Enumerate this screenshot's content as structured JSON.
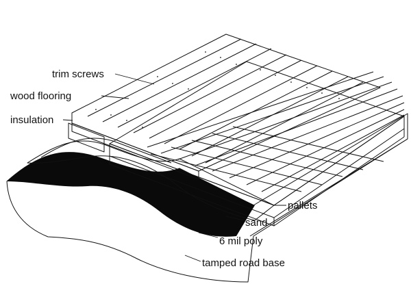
{
  "labels": {
    "trim_screws": "trim screws",
    "wood_flooring": "wood flooring",
    "insulation": "insulation",
    "pallets": "pallets",
    "sand": "sand",
    "poly": "6 mil poly",
    "road_base": "tamped road base"
  },
  "colors": {
    "ink": "#111111",
    "paper": "#ffffff",
    "poly": "#0a0a0a",
    "sand": "#e9e9e9",
    "gravel": "#f4f4f4",
    "board": "#ffffff"
  }
}
